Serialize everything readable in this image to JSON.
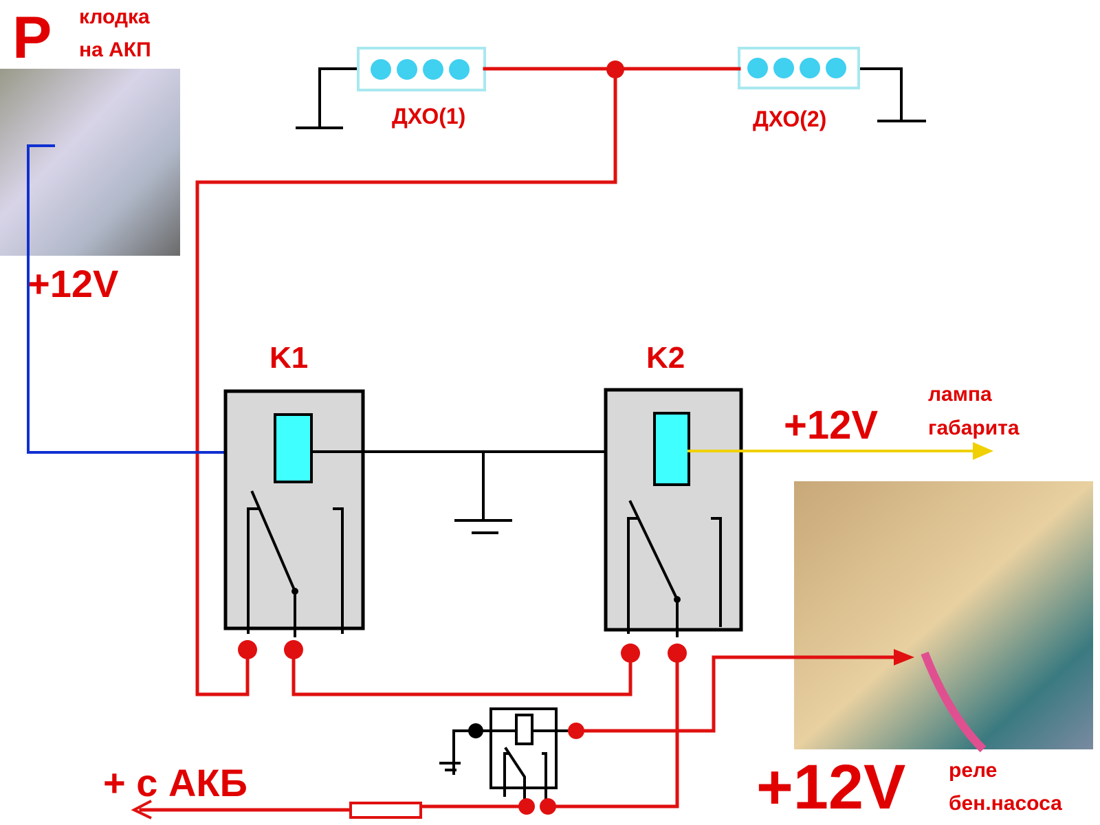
{
  "top_left": {
    "p_symbol": "P",
    "line1": "клодка",
    "line2": "на АКП",
    "voltage": "+12V"
  },
  "drl1": {
    "label": "ДХО(1)"
  },
  "drl2": {
    "label": "ДХО(2)"
  },
  "relay_k1": {
    "label": "K1"
  },
  "relay_k2": {
    "label": "K2"
  },
  "lamp": {
    "voltage": "+12V",
    "line1": "лампа",
    "line2": "габарита"
  },
  "fuel_pump": {
    "voltage": "+12V",
    "line1": "реле",
    "line2": "бен.насоса"
  },
  "battery": {
    "label": "+ с АКБ"
  },
  "colors": {
    "wire_red": "#e01010",
    "wire_blue": "#1030d0",
    "wire_yellow": "#f0d000",
    "coil": "#40ffff",
    "relay_body": "#d8d8d8",
    "led": "#40d0f0"
  }
}
